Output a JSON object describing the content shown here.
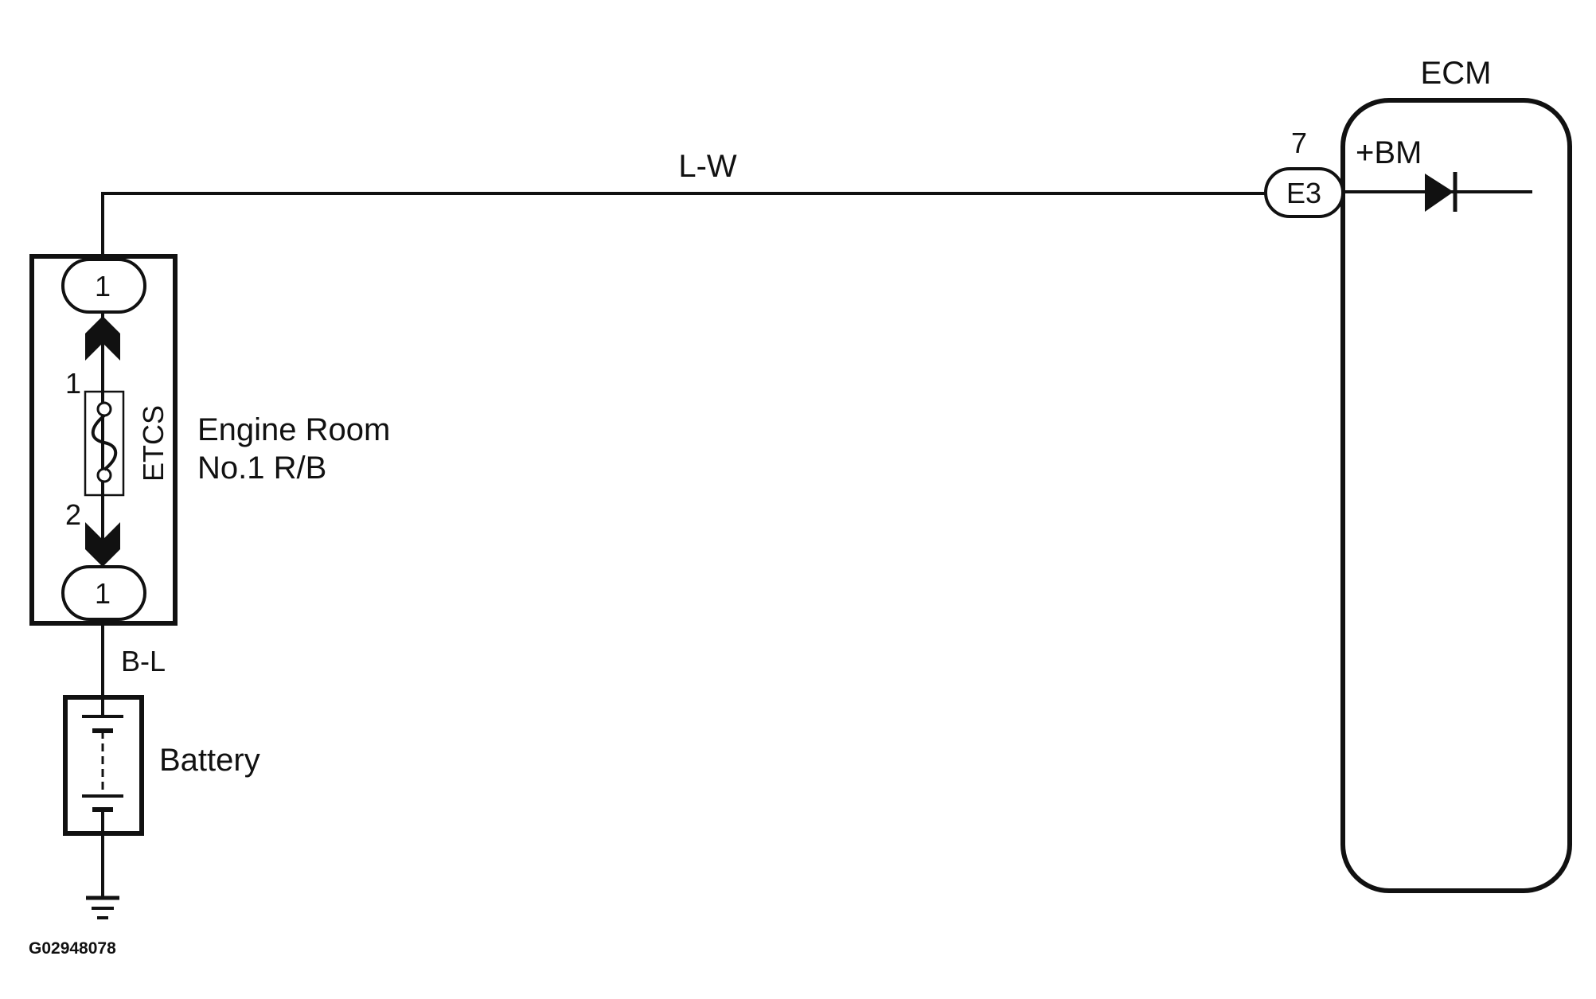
{
  "ecm": {
    "title": "ECM",
    "terminal_name": "+BM"
  },
  "connector_e3": {
    "label": "E3",
    "pin": "7"
  },
  "wires": {
    "top_color": "L-W",
    "bottom_color": "B-L"
  },
  "relay_block": {
    "name_line1": "Engine Room",
    "name_line2": "No.1 R/B",
    "top_connector_pin": "1",
    "bottom_connector_pin": "1",
    "fuse_name": "ETCS",
    "fuse_pin_top": "1",
    "fuse_pin_bottom": "2"
  },
  "battery": {
    "label": "Battery"
  },
  "figure_code": "G02948078"
}
